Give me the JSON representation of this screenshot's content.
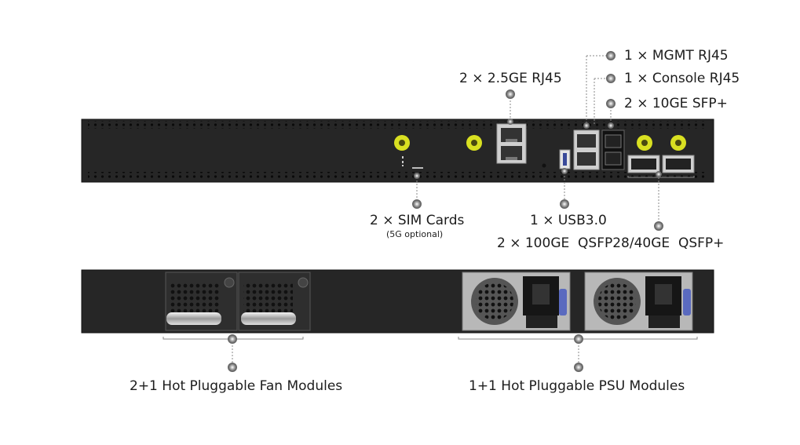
{
  "front_panel": {
    "labels": {
      "mgmt": "1 × MGMT RJ45",
      "console": "1 × Console RJ45",
      "sfp": "2 × 10GE SFP+",
      "rj45": "2 × 2.5GE RJ45",
      "sim": "2 × SIM Cards",
      "sim_note": "(5G optional)",
      "usb": "1 × USB3.0",
      "qsfp": "2 × 100GE  QSFP28/40GE  QSFP+"
    }
  },
  "rear_panel": {
    "labels": {
      "fan": "2+1 Hot Pluggable Fan Modules",
      "psu": "1+1 Hot Pluggable PSU Modules"
    }
  },
  "colors": {
    "chassis": "#262626",
    "antenna": "#d9e021",
    "leader": "#8a8a8a"
  }
}
